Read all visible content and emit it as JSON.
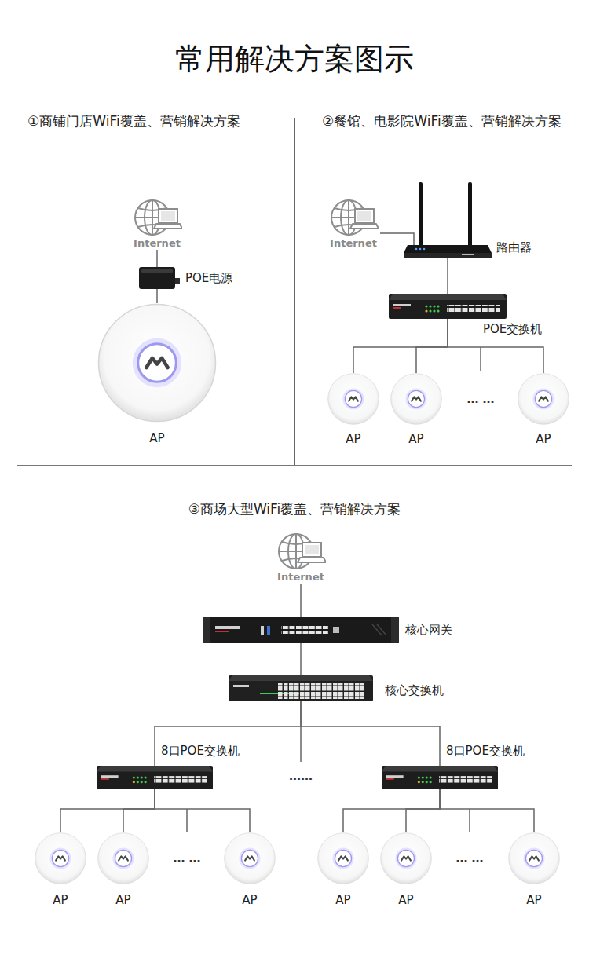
{
  "diagram": {
    "title": "常用解决方案图示",
    "nodes": [
      {
        "text": [
          "Internet"
        ]
      },
      {
        "text": [
          "POE电源"
        ]
      },
      {
        "text": [
          "AP"
        ]
      },
      {
        "text": [
          "Internet"
        ]
      },
      {
        "text": [
          "路由器"
        ]
      },
      {
        "text": [
          "POE交换机"
        ]
      },
      {
        "text": [
          "AP"
        ]
      },
      {
        "text": [
          "AP"
        ]
      },
      {
        "text": [
          "AP"
        ]
      },
      {
        "text": [
          "Internet"
        ]
      },
      {
        "text": [
          "核心网关"
        ]
      },
      {
        "text": [
          "核心交换机"
        ]
      },
      {
        "text": [
          "8口POE交换机"
        ]
      },
      {
        "text": [
          "8口POE交换机"
        ]
      },
      {
        "text": [
          "AP"
        ]
      },
      {
        "text": [
          "AP"
        ]
      },
      {
        "text": [
          "AP"
        ]
      },
      {
        "text": [
          "AP"
        ]
      },
      {
        "text": [
          "AP"
        ]
      },
      {
        "text": [
          "AP"
        ]
      }
    ],
    "edges": [
      {
        "from": 0,
        "to": 1,
        "arrow": "none"
      },
      {
        "from": 1,
        "to": 2,
        "arrow": "none"
      },
      {
        "from": 3,
        "to": 4,
        "arrow": "none"
      },
      {
        "from": 4,
        "to": 5,
        "arrow": "none"
      },
      {
        "from": 5,
        "to": 6,
        "arrow": "none"
      },
      {
        "from": 5,
        "to": 7,
        "arrow": "none"
      },
      {
        "from": 5,
        "to": 8,
        "arrow": "none"
      },
      {
        "from": 9,
        "to": 10,
        "arrow": "none"
      },
      {
        "from": 10,
        "to": 11,
        "arrow": "none"
      },
      {
        "from": 11,
        "to": 12,
        "arrow": "none"
      },
      {
        "from": 11,
        "to": 13,
        "arrow": "none"
      },
      {
        "from": 12,
        "to": 14,
        "arrow": "none"
      },
      {
        "from": 12,
        "to": 15,
        "arrow": "none"
      },
      {
        "from": 12,
        "to": 16,
        "arrow": "none"
      },
      {
        "from": 13,
        "to": 17,
        "arrow": "none"
      },
      {
        "from": 13,
        "to": 18,
        "arrow": "none"
      },
      {
        "from": 13,
        "to": 19,
        "arrow": "none"
      }
    ],
    "labels": [
      "①商铺门店WiFi覆盖、营销解决方案",
      "②餐馆、电影院WiFi覆盖、营销解决方案",
      "… …",
      "③商场大型WiFi覆盖、营销解决方案",
      "……",
      "… …",
      "… …"
    ]
  }
}
